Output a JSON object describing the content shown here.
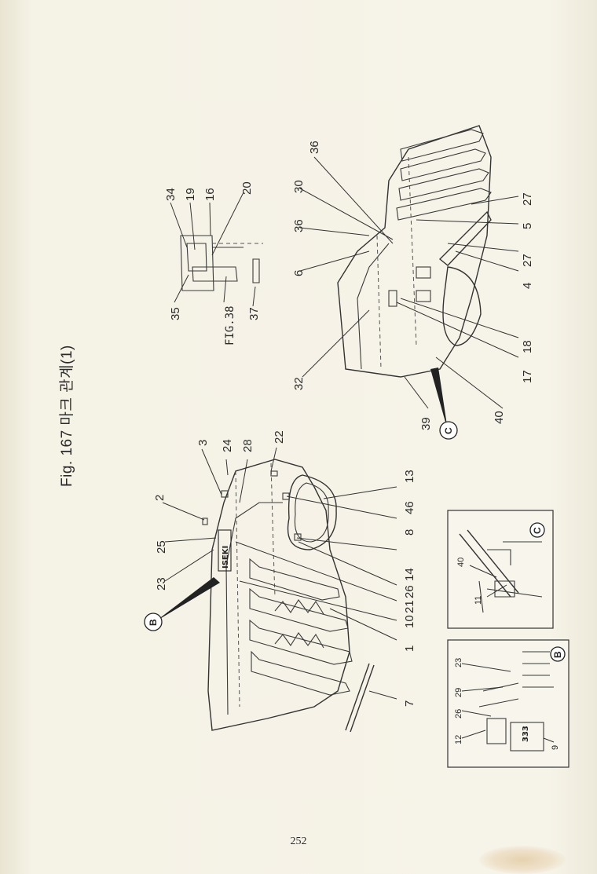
{
  "figure": {
    "title": "Fig. 167 마크 관계(1)",
    "page_number": "252",
    "fig_reference": "FIG.38"
  },
  "main_view_callouts": [
    "2",
    "3",
    "24",
    "28",
    "22",
    "25",
    "23",
    "13",
    "46",
    "8",
    "14",
    "26",
    "21",
    "10",
    "1",
    "7"
  ],
  "rear_view_callouts": [
    "36",
    "30",
    "36",
    "6",
    "32",
    "39",
    "40",
    "17",
    "18",
    "4",
    "27",
    "5",
    "27"
  ],
  "detail_view_callouts": [
    "34",
    "19",
    "16",
    "20",
    "35",
    "37"
  ],
  "inset_b_callouts": [
    "12",
    "26",
    "29",
    "23",
    "9"
  ],
  "inset_c_callouts": [
    "40",
    "11"
  ],
  "badges": {
    "b": "B",
    "c": "C"
  },
  "logo_text": "ISEKI"
}
